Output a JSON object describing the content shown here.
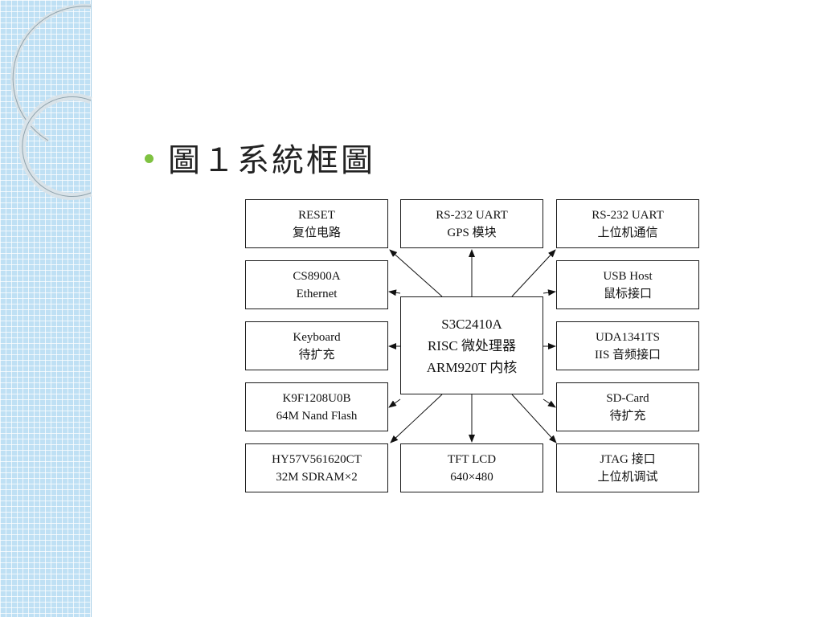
{
  "slide": {
    "title": "圖１系統框圖",
    "bullet_color": "#7fc241",
    "accent_color": "#bfe0f4"
  },
  "diagram": {
    "core": {
      "lines": [
        "S3C2410A",
        "RISC 微处理器",
        "ARM920T 内核"
      ]
    },
    "nodes": {
      "reset": {
        "lines": [
          "RESET",
          "复位电路"
        ],
        "direction": "out"
      },
      "gps": {
        "lines": [
          "RS-232 UART",
          "GPS 模块"
        ],
        "direction": "out"
      },
      "uart_pc": {
        "lines": [
          "RS-232 UART",
          "上位机通信"
        ],
        "direction": "out"
      },
      "ethernet": {
        "lines": [
          "CS8900A",
          "Ethernet"
        ],
        "direction": "out"
      },
      "usb": {
        "lines": [
          "USB Host",
          "鼠标接口"
        ],
        "direction": "out"
      },
      "keyboard": {
        "lines": [
          "Keyboard",
          "待扩充"
        ],
        "direction": "out"
      },
      "audio": {
        "lines": [
          "UDA1341TS",
          "IIS 音频接口"
        ],
        "direction": "out"
      },
      "flash": {
        "lines": [
          "K9F1208U0B",
          "64M Nand Flash"
        ],
        "direction": "out"
      },
      "sdcard": {
        "lines": [
          "SD-Card",
          "待扩充"
        ],
        "direction": "out"
      },
      "sdram": {
        "lines": [
          "HY57V561620CT",
          "32M SDRAM×2"
        ],
        "direction": "out"
      },
      "lcd": {
        "lines": [
          "TFT LCD",
          "640×480"
        ],
        "direction": "out"
      },
      "jtag": {
        "lines": [
          "JTAG 接口",
          "上位机调试"
        ],
        "direction": "out"
      }
    }
  }
}
